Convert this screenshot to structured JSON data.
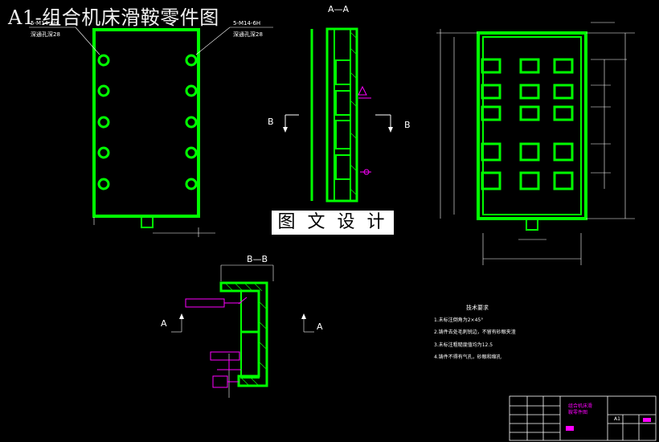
{
  "drawing": {
    "title": "A1-组合机床滑鞍零件图",
    "watermark": "图 文 设 计",
    "front_view": {
      "left_callout": "5-M14-6H",
      "left_callout_sub": "深通孔深28",
      "right_callout": "5-M14-6H",
      "right_callout_sub": "深通孔深28"
    },
    "section_aa": {
      "label": "A—A",
      "cut_left": "B",
      "cut_right": "B"
    },
    "section_bb": {
      "label": "B—B",
      "cut_left": "A",
      "cut_right": "A"
    },
    "tech_req": {
      "heading": "技术要求",
      "items": [
        "1.未标注倒角为2×45°",
        "2.铸件去处毛刺锐边，不留有砂眼夹渣",
        "3.未标注粗糙度值均为12.5",
        "4.铸件不得有气孔，砂眼和缩孔"
      ]
    },
    "title_block": {
      "name_line1": "组合机床滑",
      "name_line2": "鞍零件图",
      "scale": "A1"
    }
  },
  "colors": {
    "part": "#00ff00",
    "dimension": "#ffffff",
    "annotation": "#ff00ff",
    "background": "#000000"
  }
}
